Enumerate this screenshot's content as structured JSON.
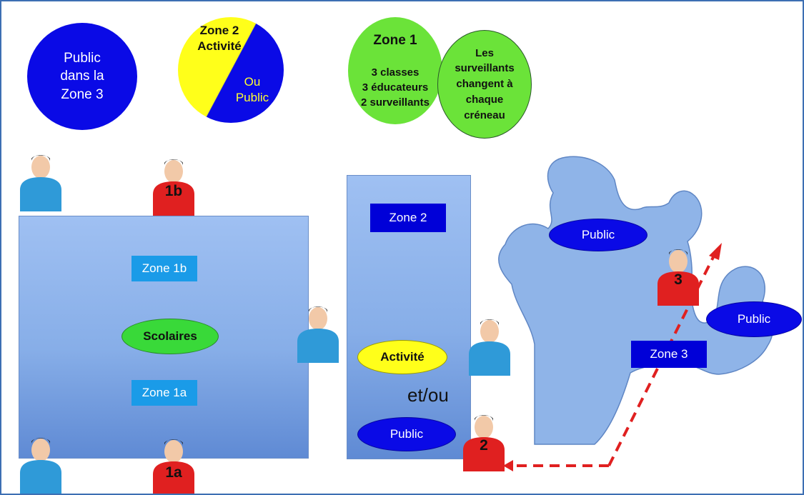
{
  "legend": {
    "public_zone3": "Public\ndans la\nZone 3",
    "zone2_top": "Zone 2\nActivité",
    "zone2_bottom": "Ou\nPublic",
    "zone1_title": "Zone 1",
    "zone1_body": "3 classes\n3 éducateurs\n2 surveillants",
    "surveillants_note": "Les\nsurveillants\nchangent à\nchaque\ncréneau"
  },
  "zone1": {
    "label_b": "Zone 1b",
    "label_a": "Zone 1a",
    "scolaires": "Scolaires"
  },
  "zone2": {
    "label": "Zone 2",
    "activite": "Activité",
    "et_ou": "et/ou",
    "public": "Public"
  },
  "zone3": {
    "label": "Zone 3",
    "public_top": "Public",
    "public_right": "Public"
  },
  "people": {
    "label_1b": "1b",
    "label_1a": "1a",
    "label_2": "2",
    "label_3": "3"
  },
  "colors": {
    "educator_shirt": "#2f9ad8",
    "surveillant_shirt": "#e02020",
    "zone_blue": "#0a0ae6",
    "arrow": "#e02020"
  }
}
